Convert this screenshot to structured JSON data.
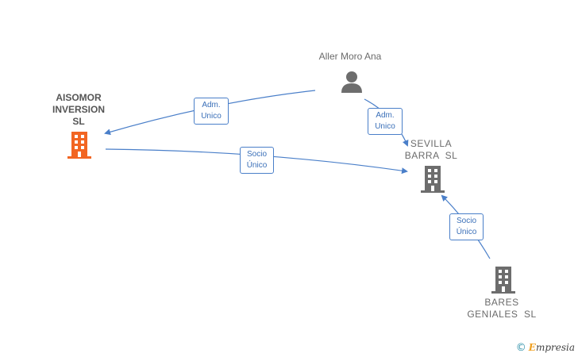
{
  "nodes": {
    "aisomor": {
      "line1": "AISOMOR",
      "line2": "INVERSION",
      "line3": "SL",
      "color": "#f26522"
    },
    "aller": {
      "name": "Aller Moro Ana",
      "color": "#6d6d6d"
    },
    "sevilla": {
      "line1": "SEVILLA",
      "line2": "BARRA  SL",
      "color": "#6d6d6d"
    },
    "bares": {
      "line1": "BARES",
      "line2": "GENIALES  SL",
      "color": "#6d6d6d"
    }
  },
  "edges": {
    "adm1": {
      "line1": "Adm.",
      "line2": "Unico"
    },
    "adm2": {
      "line1": "Adm.",
      "line2": "Unico"
    },
    "socio1": {
      "line1": "Socio",
      "line2": "Único"
    },
    "socio2": {
      "line1": "Socio",
      "line2": "Único"
    }
  },
  "edge_color": "#4a7fc9",
  "footer": {
    "copyright": "©",
    "brand_initial": "E",
    "brand_rest": "mpresia"
  }
}
